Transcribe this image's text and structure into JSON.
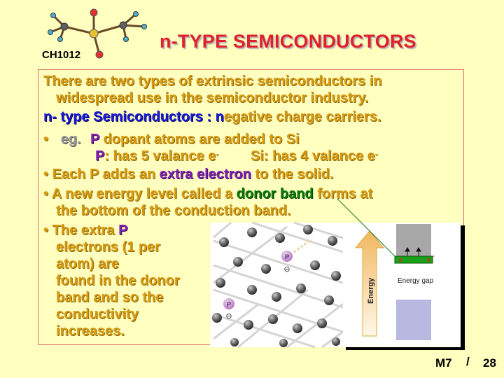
{
  "header": {
    "title": "n-TYPE SEMICONDUCTORS",
    "course": "CH1012"
  },
  "body": {
    "intro_line1": "There are two types of extrinsic semiconductors in",
    "intro_line2": "widespread use in the semiconductor industry.",
    "ntype_label": "n- type Semiconductors",
    "ntype_colon": " : ",
    "ntype_n": "n",
    "ntype_rest": "egative charge carriers.",
    "bullet_char": "•",
    "eg_label": "eg.",
    "eg_p": "P",
    "eg_rest": "dopant atoms are added to Si",
    "p2": "P",
    "p_valence": ": has 5 valance e",
    "si_valence": "Si: has 4 valance e",
    "minus": "-",
    "each_part1": "Each P adds an ",
    "each_extra": "extra electron",
    "each_part2": " to the solid.",
    "newlevel_part1": "A new energy level called a ",
    "newlevel_donor": "donor band",
    "newlevel_part2": " forms at",
    "newlevel_line2": "the bottom of  the conduction band.",
    "extra_part1": "The extra ",
    "extra_p": "P",
    "extra_lines": [
      "electrons (1 per",
      "atom) are",
      "found in the donor",
      "band and so the",
      "conductivity",
      "increases."
    ]
  },
  "figure": {
    "energy_label": "Energy",
    "gap_label": "Energy gap",
    "p_atom_label": "P",
    "electron_symbol": "⊖",
    "electron_mark": "e",
    "colors": {
      "conduction_band": "#a8a8a8",
      "valence_band": "#b8b8e0",
      "donor_band": "#1aa01a",
      "arrow": "#f0c070"
    }
  },
  "footer": {
    "slide_ref": "M7",
    "separator": "/",
    "page": "28"
  }
}
